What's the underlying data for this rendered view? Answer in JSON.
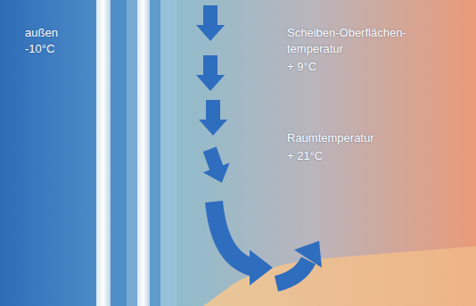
{
  "diagram": {
    "labels": [
      "außen -10°C",
      "Scheiben-Oberflächen- temperatur",
      "+ 9°C",
      "Raumtemperatur",
      "+ 21°C"
    ]
  }
}
